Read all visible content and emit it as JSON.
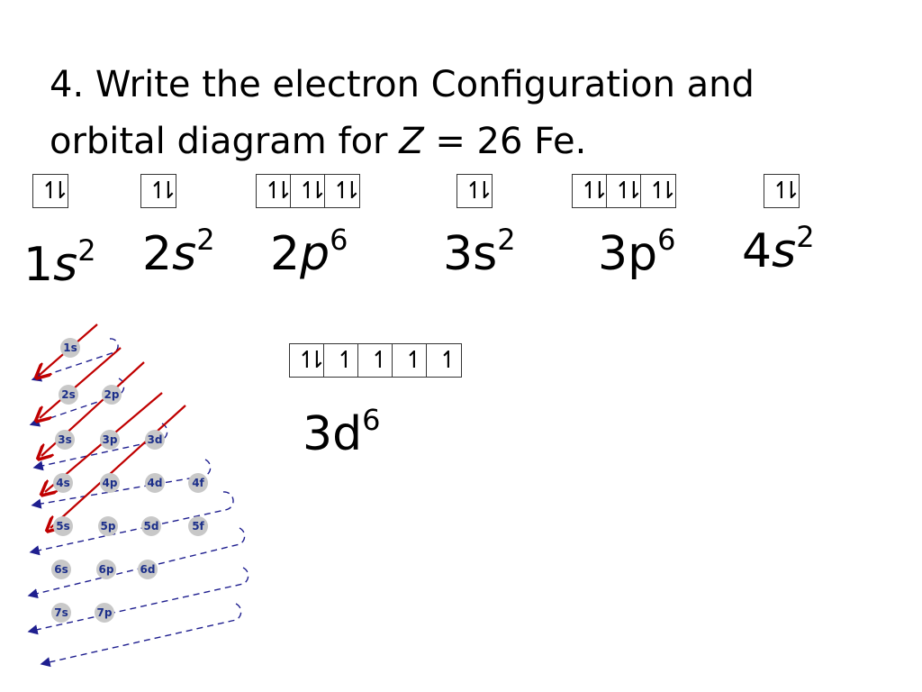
{
  "title": {
    "line1": "4.  Write the electron Configuration and",
    "line2_prefix": "orbital diagram for ",
    "line2_var": "Z",
    "line2_suffix": " = 26  Fe."
  },
  "subshells": [
    {
      "n": "1",
      "l": "s",
      "exp": "2"
    },
    {
      "n": "2",
      "l": "s",
      "exp": "2"
    },
    {
      "n": "2",
      "l": "p",
      "exp": "6"
    },
    {
      "n": "3",
      "l": "s",
      "exp": "2"
    },
    {
      "n": "3",
      "l": "p",
      "exp": "6"
    },
    {
      "n": "4",
      "l": "s",
      "exp": "2"
    },
    {
      "n": "3",
      "l": "d",
      "exp": "6"
    }
  ],
  "arrows": {
    "up": "↿",
    "down": "⇂"
  },
  "aufbau_labels": [
    "1s",
    "2s",
    "2p",
    "3s",
    "3p",
    "3d",
    "4s",
    "4p",
    "4d",
    "4f",
    "5s",
    "5p",
    "5d",
    "5f",
    "6s",
    "6p",
    "6d",
    "7s",
    "7p"
  ],
  "colors": {
    "arrow_red": "#c00000",
    "guide_blue": "#1f1f8f",
    "circle_gray": "#c8c8c8",
    "label_blue": "#1c2f8a"
  }
}
